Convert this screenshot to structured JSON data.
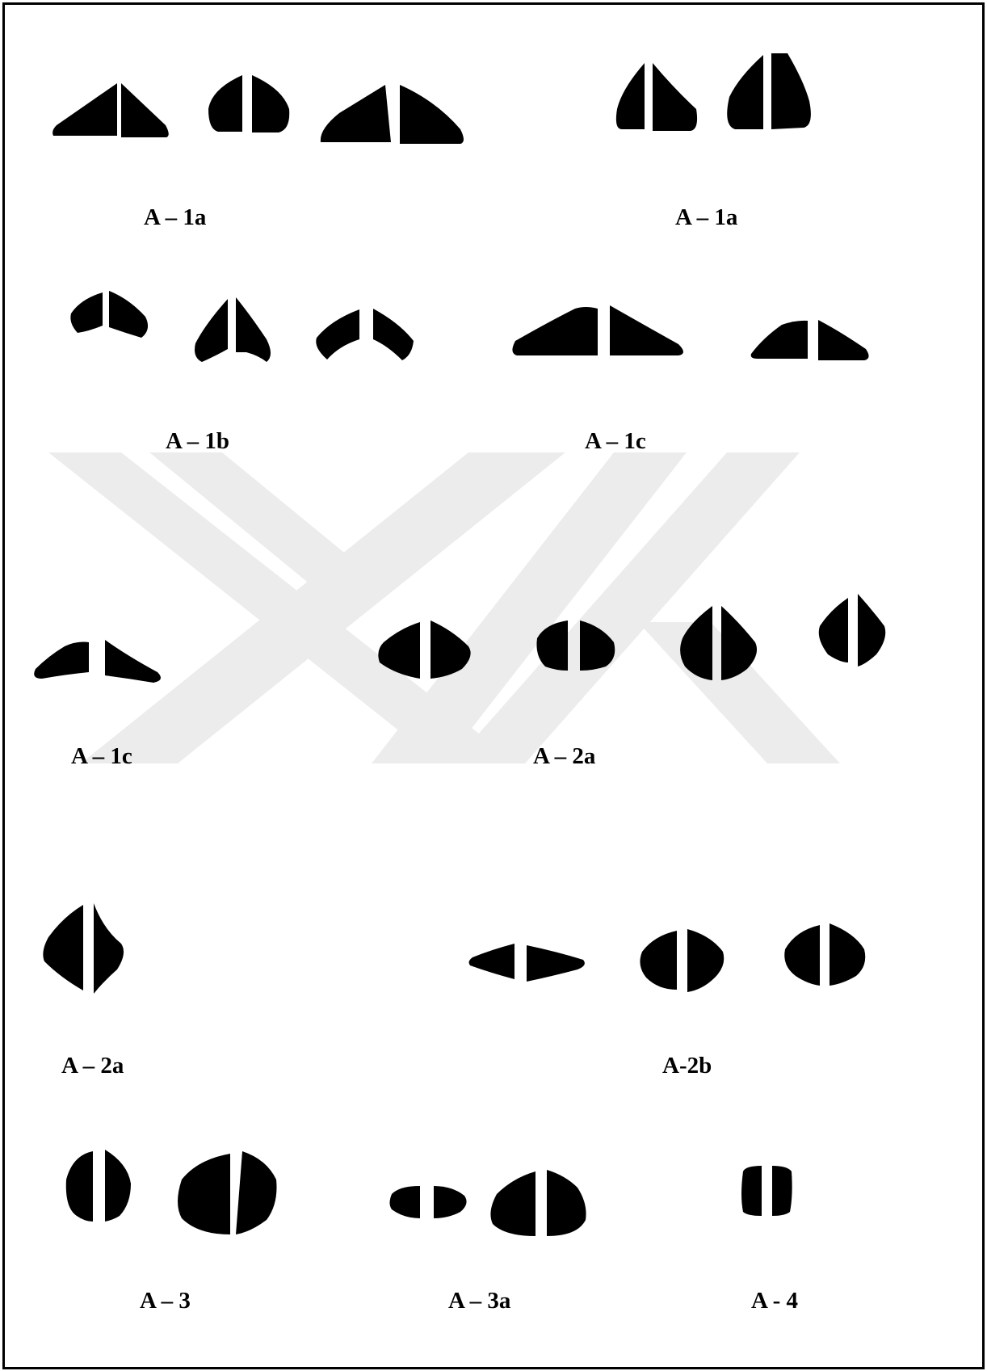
{
  "labels": {
    "row1_left": "A – 1a",
    "row1_right": "A – 1a",
    "row2_left": "A – 1b",
    "row2_right": "A – 1c",
    "row3_left": "A – 1c",
    "row3_right": "A – 2a",
    "row4_left": "A – 2a",
    "row4_right": "A-2b",
    "row5_left": "A – 3",
    "row5_mid": "A – 3a",
    "row5_right": "A - 4"
  },
  "colors": {
    "ink": "#000000",
    "paper": "#ffffff",
    "watermark": "#ececec"
  }
}
